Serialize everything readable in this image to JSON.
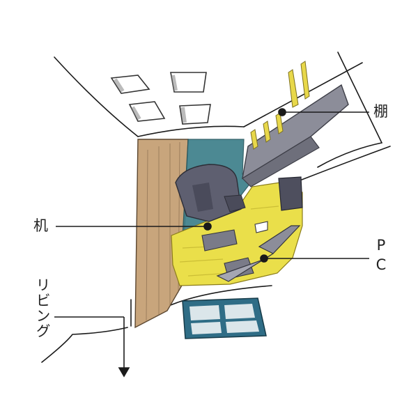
{
  "labels": {
    "shelf": "棚",
    "desk": "机",
    "pc": "PC",
    "living": "リビング"
  },
  "colors": {
    "wood_wall": "#c8a57c",
    "teal": "#3d7f8a",
    "yellow_desk": "#eadf4a",
    "gray_chair": "#5e5f70",
    "gray_shelf": "#8c8d99",
    "window_frame": "#2f6d86",
    "ink": "#1a1a1a"
  }
}
